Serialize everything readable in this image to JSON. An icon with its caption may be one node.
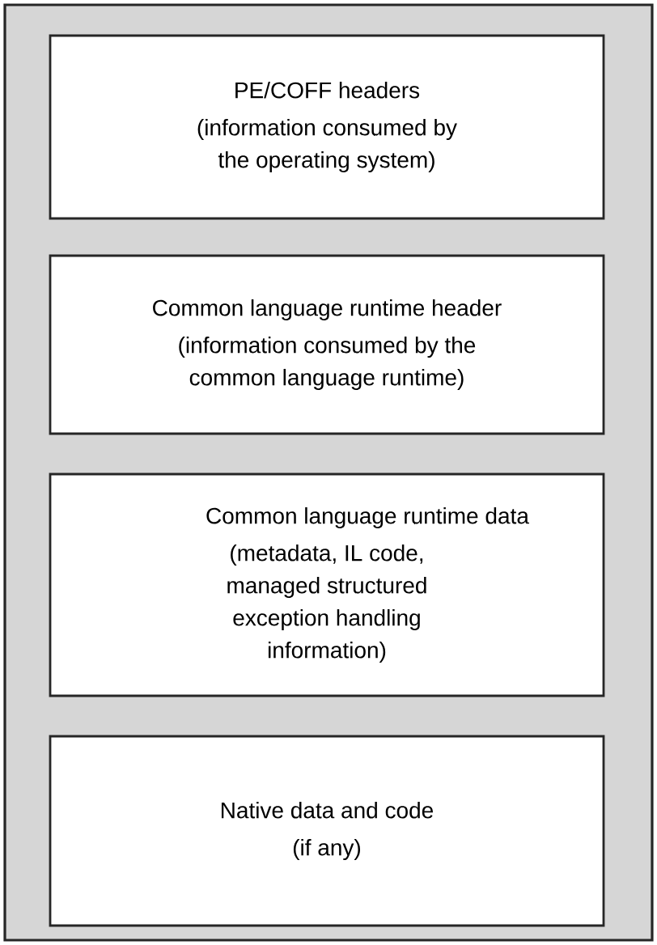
{
  "diagram": {
    "nodes": [
      {
        "text": [],
        "shape": "box"
      },
      {
        "text": [
          "PE/COFF headers",
          "(information consumed by the operating system)"
        ],
        "in": 0
      },
      {
        "text": [
          "Common language runtime header",
          "(information consumed by the common language runtime)"
        ],
        "in": 0
      },
      {
        "text": [
          "Common language runtime data",
          "(metadata, IL code, managed structured exception handling information)"
        ],
        "in": 0
      },
      {
        "text": [
          "Native data and code",
          "(if any)"
        ],
        "in": 0
      }
    ]
  }
}
